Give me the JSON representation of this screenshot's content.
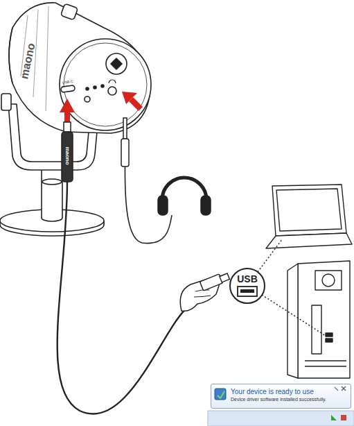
{
  "diagram": {
    "nodes": [
      {
        "text": [
          "USB"
        ]
      },
      {
        "text": [
          "Your device is ready to use",
          "Device driver software installed successfully."
        ]
      }
    ],
    "labels": [
      "maono",
      "USB C",
      "maono"
    ]
  }
}
